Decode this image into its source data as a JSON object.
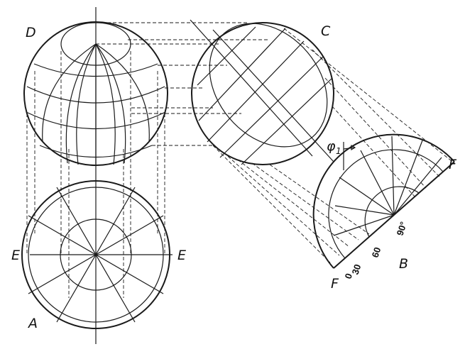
{
  "labels": {
    "D": "D",
    "C": "C",
    "A": "A",
    "B": "B",
    "E_left": "E",
    "E_right": "E",
    "F_top": "F",
    "F_bottom": "F",
    "phi": "φ",
    "phi_sub": "1"
  },
  "scale": {
    "deg0": "0",
    "deg30": "30",
    "deg60": "60",
    "deg90": "90°"
  }
}
